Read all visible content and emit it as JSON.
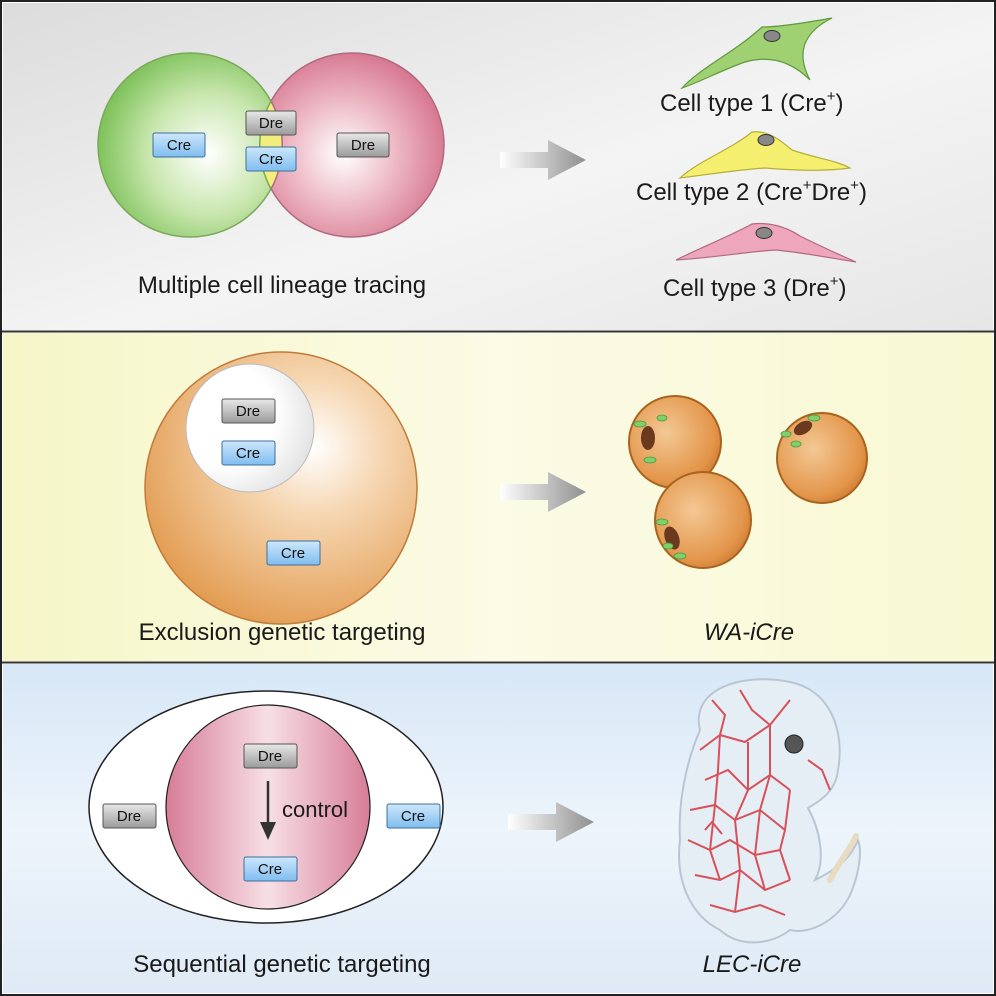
{
  "panel1": {
    "caption": "Multiple cell lineage tracing",
    "tags": {
      "left": "Cre",
      "mid_top": "Dre",
      "mid_bottom": "Cre",
      "right": "Dre"
    },
    "cells": [
      {
        "name": "Cell type 1",
        "markers": "(Cre",
        "sup1": "+",
        "tail": ")"
      },
      {
        "name": "Cell type 2",
        "markers": "(Cre",
        "sup1": "+",
        "mid": "Dre",
        "sup2": "+",
        "tail": ")"
      },
      {
        "name": "Cell type 3",
        "markers": "(Dre",
        "sup1": "+",
        "tail": ")"
      }
    ],
    "colors": {
      "green": "#8cc96a",
      "yellow": "#f4f07a",
      "pink": "#d9758f"
    }
  },
  "panel2": {
    "caption": "Exclusion genetic targeting",
    "tags": {
      "inner_top": "Dre",
      "inner_bottom": "Cre",
      "outer": "Cre"
    },
    "result": "WA-iCre",
    "colors": {
      "orange": "#e9a35b"
    }
  },
  "panel3": {
    "caption": "Sequential genetic targeting",
    "tags": {
      "left": "Dre",
      "center_top": "Dre",
      "center_bottom": "Cre",
      "right": "Cre"
    },
    "control": "control",
    "result": "LEC-iCre",
    "colors": {
      "pink": "#d27e98",
      "vessel": "#d7505a"
    }
  },
  "tag_colors": {
    "cre": "#8ec8f2",
    "dre": "#aaaaaa"
  },
  "icons": {
    "arrow": "right-arrow-icon"
  }
}
